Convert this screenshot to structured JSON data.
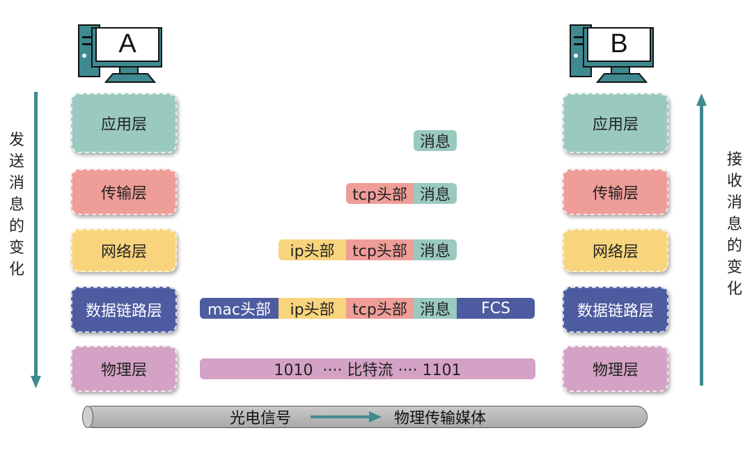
{
  "hosts": {
    "a": "A",
    "b": "B"
  },
  "layers": [
    "应用层",
    "传输层",
    "网络层",
    "数据链路层",
    "物理层"
  ],
  "packet": {
    "message": "消息",
    "tcp_header": "tcp头部",
    "ip_header": "ip头部",
    "mac_header": "mac头部",
    "fcs": "FCS",
    "bits": "1010  ···· 比特流 ···· 1101"
  },
  "sides": {
    "send": [
      "发",
      "送",
      "消",
      "息",
      "的",
      "变",
      "化"
    ],
    "receive": [
      "接",
      "收",
      "消",
      "息",
      "的",
      "变",
      "化"
    ]
  },
  "medium": {
    "signal": "光电信号",
    "media": "物理传输媒体"
  },
  "colors": {
    "application": "#99c9bf",
    "transport": "#ef9d98",
    "network": "#f8d47d",
    "datalink": "#4d5ba0",
    "physical": "#d3a2c4",
    "arrow": "#3f8a90"
  },
  "icons": [
    "computer-icon",
    "arrow-down-icon",
    "arrow-up-icon",
    "arrow-right-icon"
  ]
}
